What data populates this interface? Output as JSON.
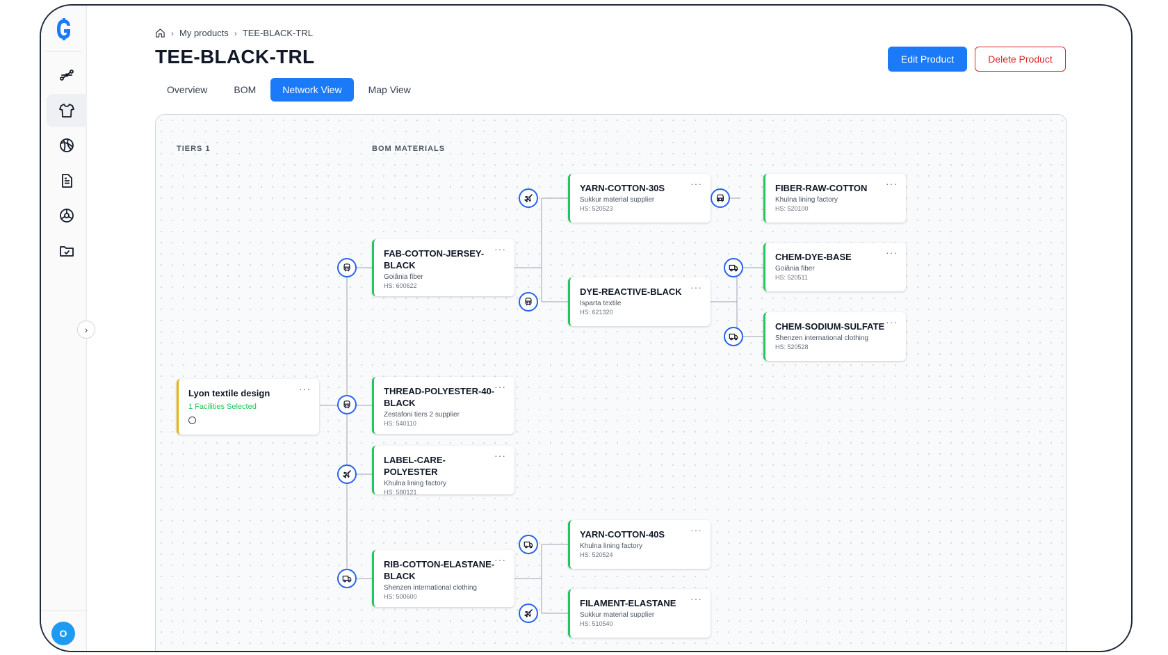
{
  "app": {
    "logo_icon": "brand-logo-icon",
    "avatar_initial": "O"
  },
  "sidebar": {
    "items": [
      {
        "name": "network-icon",
        "active": false
      },
      {
        "name": "tshirt-icon",
        "active": true
      },
      {
        "name": "globe-icon",
        "active": false
      },
      {
        "name": "document-icon",
        "active": false
      },
      {
        "name": "settings-globe-icon",
        "active": false
      },
      {
        "name": "folder-check-icon",
        "active": false
      }
    ]
  },
  "breadcrumb": {
    "home_icon": "home-icon",
    "item1": "My products",
    "item2": "TEE-BLACK-TRL",
    "sep": "›"
  },
  "page": {
    "title": "TEE-BLACK-TRL"
  },
  "tabs": [
    {
      "label": "Overview",
      "active": false
    },
    {
      "label": "BOM",
      "active": false
    },
    {
      "label": "Network View",
      "active": true
    },
    {
      "label": "Map View",
      "active": false
    }
  ],
  "actions": {
    "edit": "Edit Product",
    "delete": "Delete Product"
  },
  "network": {
    "tiers_label": "TIERS 1",
    "bom_label": "BOM MATERIALS",
    "root": {
      "title": "Lyon textile design",
      "subtitle": "1 Facilities Selected"
    },
    "nodes": {
      "fab": {
        "title": "FAB-COTTON-JERSEY-BLACK",
        "supplier": "Goiânia fiber",
        "hs": "HS: 600622"
      },
      "thread": {
        "title": "THREAD-POLYESTER-40-BLACK",
        "supplier": "Zestafoni tiers 2 supplier",
        "hs": "HS: 540110"
      },
      "label": {
        "title": "LABEL-CARE-POLYESTER",
        "supplier": "Khulna lining factory",
        "hs": "HS: 580121"
      },
      "rib": {
        "title": "RIB-COTTON-ELASTANE-BLACK",
        "supplier": "Shenzen international clothing",
        "hs": "HS: 500600"
      },
      "yarn30": {
        "title": "YARN-COTTON-30S",
        "supplier": "Sukkur material supplier",
        "hs": "HS: 520523"
      },
      "dye": {
        "title": "DYE-REACTIVE-BLACK",
        "supplier": "Isparta textile",
        "hs": "HS: 621320"
      },
      "yarn40": {
        "title": "YARN-COTTON-40S",
        "supplier": "Khulna lining factory",
        "hs": "HS: 520524"
      },
      "filament": {
        "title": "FILAMENT-ELASTANE",
        "supplier": "Sukkur material supplier",
        "hs": "HS: 510540"
      },
      "fiber": {
        "title": "FIBER-RAW-COTTON",
        "supplier": "Khulna lining factory",
        "hs": "HS: 520100"
      },
      "chemdye": {
        "title": "CHEM-DYE-BASE",
        "supplier": "Goiânia fiber",
        "hs": "HS: 520511"
      },
      "chemsod": {
        "title": "CHEM-SODIUM-SULFATE",
        "supplier": "Shenzen international clothing",
        "hs": "HS: 520528"
      }
    },
    "more_glyph": "···",
    "colors": {
      "accent": "#1a7af8",
      "material_border": "#22c55e",
      "root_border": "#eab308",
      "danger": "#dc2626"
    }
  }
}
